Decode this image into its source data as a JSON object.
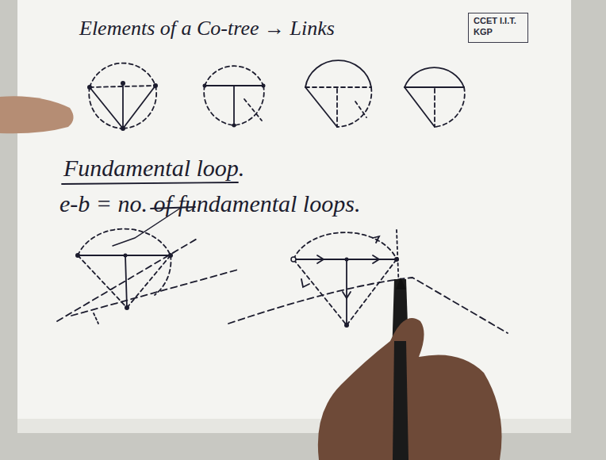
{
  "diagram": {
    "title": "Elements of a Co-tree → Links",
    "nodes": [
      {
        "text": [
          "CCET I.I.T. KGP"
        ]
      }
    ],
    "labels": [
      "Fundamental loop.",
      "e-b = no. of fundamental loops."
    ]
  }
}
